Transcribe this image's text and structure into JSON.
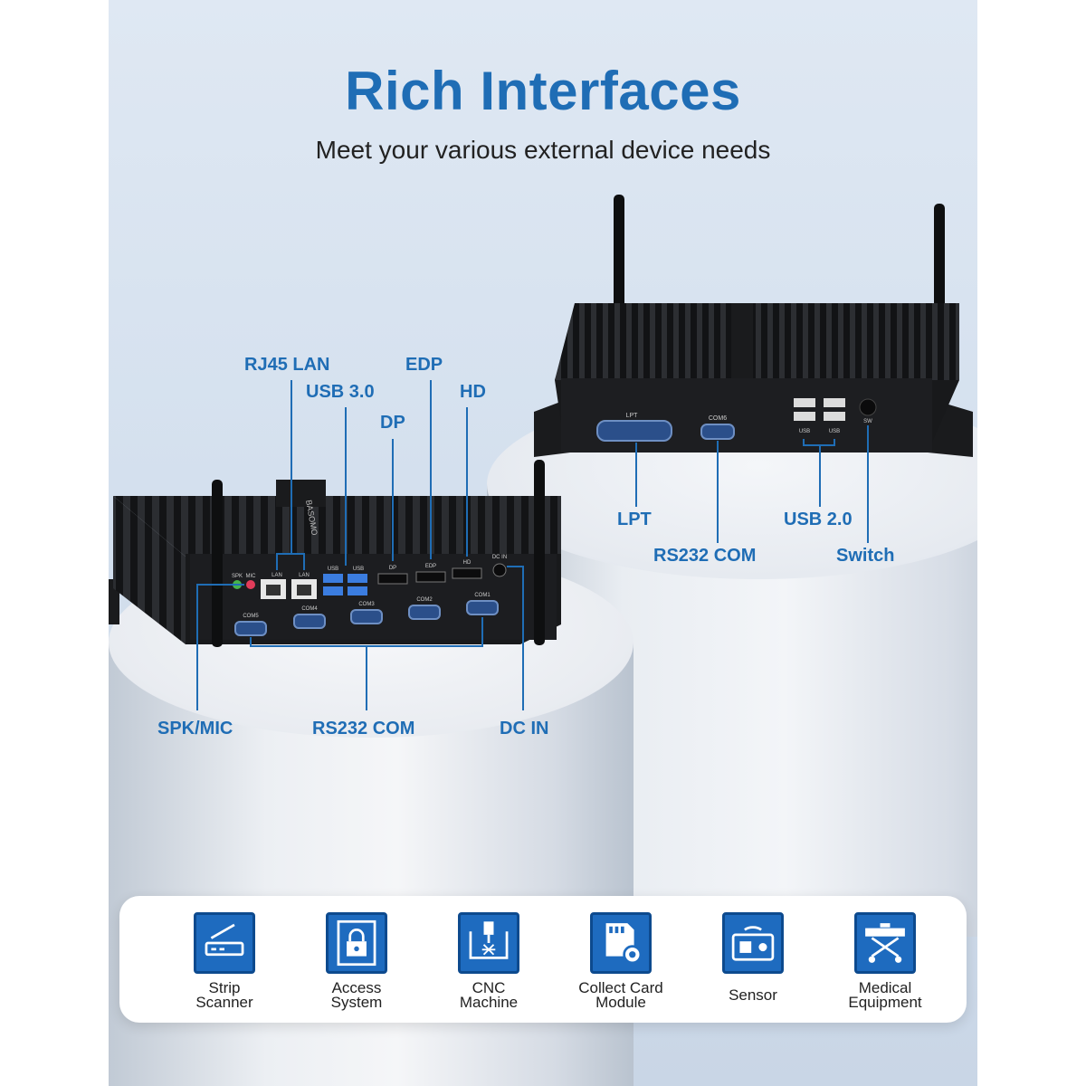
{
  "title": "Rich Interfaces",
  "subtitle": "Meet your various external device needs",
  "callouts": {
    "rj45_lan": "RJ45 LAN",
    "usb30": "USB 3.0",
    "dp": "DP",
    "edp": "EDP",
    "hd": "HD",
    "spk_mic": "SPK/MIC",
    "rs232_front": "RS232 COM",
    "dc_in": "DC IN",
    "lpt": "LPT",
    "rs232_back": "RS232 COM",
    "usb20": "USB 2.0",
    "switch": "Switch"
  },
  "port_labels": {
    "spk": "SPK",
    "mic": "MIC",
    "lan": "LAN",
    "usb": "USB",
    "dp": "DP",
    "edp": "EDP",
    "hd": "HD",
    "dcin": "DC IN",
    "com1": "COM1",
    "com2": "COM2",
    "com3": "COM3",
    "com4": "COM4",
    "com5": "COM5",
    "lpt": "LPT",
    "com6": "COM6",
    "sw": "SW"
  },
  "brand": "BASOMO",
  "applications": [
    {
      "label_lines": [
        "Strip",
        "Scanner"
      ],
      "icon": "scanner-icon"
    },
    {
      "label_lines": [
        "Access",
        "System"
      ],
      "icon": "lock-icon"
    },
    {
      "label_lines": [
        "CNC",
        "Machine"
      ],
      "icon": "cnc-icon"
    },
    {
      "label_lines": [
        "Collect Card",
        "Module"
      ],
      "icon": "card-gear-icon"
    },
    {
      "label_lines": [
        "Sensor"
      ],
      "icon": "sensor-icon"
    },
    {
      "label_lines": [
        "Medical",
        "Equipment"
      ],
      "icon": "stretcher-icon"
    }
  ],
  "colors": {
    "accent": "#1f6db5",
    "tile": "#1e6bbf",
    "device": "#1b1c1f"
  }
}
